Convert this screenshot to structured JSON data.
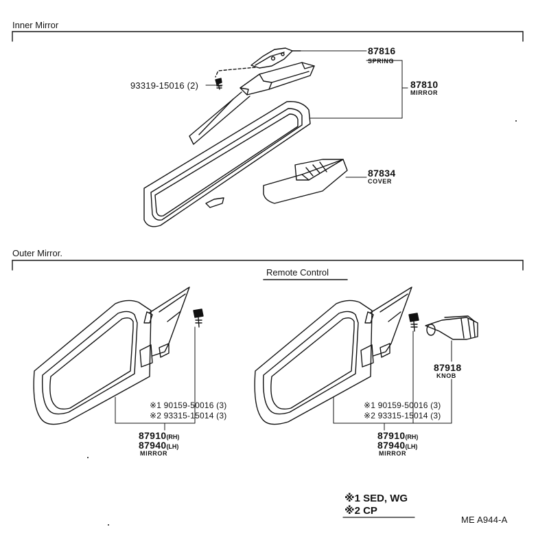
{
  "sections": {
    "inner": "Inner Mirror",
    "outer": "Outer Mirror.",
    "remote": "Remote Control"
  },
  "inner_parts": {
    "spring": {
      "number": "87816",
      "name": "SPRING"
    },
    "screw": {
      "number": "93319-15016 (2)"
    },
    "mirror": {
      "number": "87810",
      "name": "MIRROR"
    },
    "cover": {
      "number": "87834",
      "name": "COVER"
    }
  },
  "outer_left": {
    "screw1": "※1 90159-50016 (3)",
    "screw2": "※2 93315-15014 (3)",
    "rh_number": "87910",
    "rh_suffix": "(RH)",
    "lh_number": "87940",
    "lh_suffix": "(LH)",
    "name": "MIRROR"
  },
  "outer_right": {
    "screw1": "※1 90159-50016 (3)",
    "screw2": "※2 93315-15014 (3)",
    "rh_number": "87910",
    "rh_suffix": "(RH)",
    "lh_number": "87940",
    "lh_suffix": "(LH)",
    "name": "MIRROR",
    "knob": {
      "number": "87918",
      "name": "KNOB"
    }
  },
  "legend": {
    "note1": "※1 SED, WG",
    "note2": "※2 CP"
  },
  "diagram_code": "ME  A944-A"
}
